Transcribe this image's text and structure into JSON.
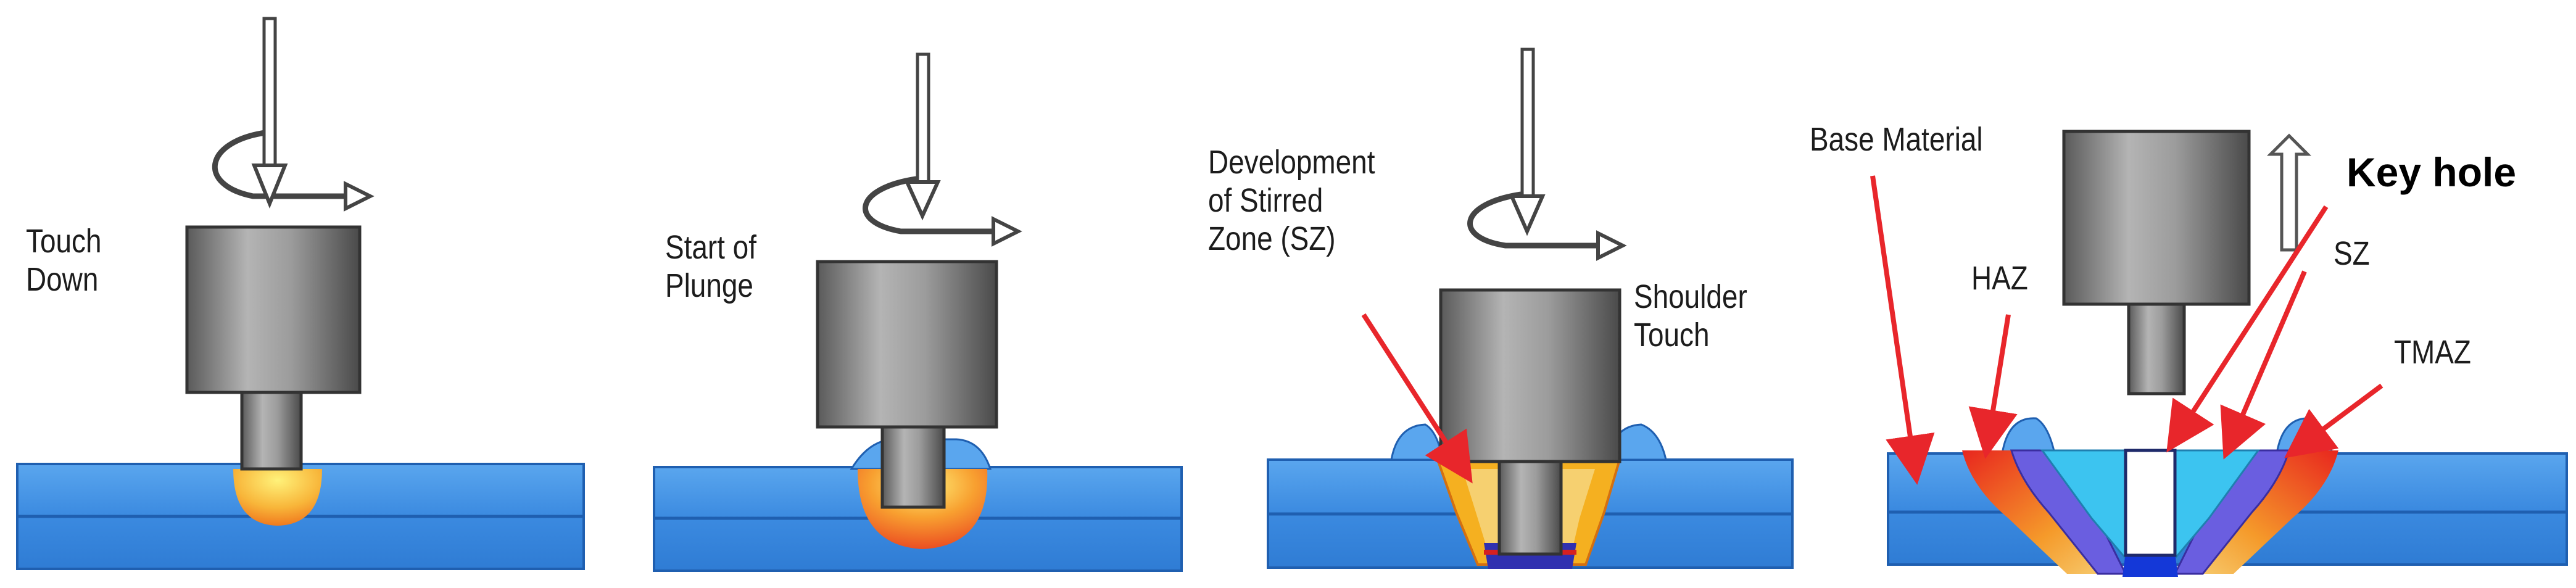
{
  "stages": [
    {
      "name": "touch-down",
      "label": "Touch\nDown"
    },
    {
      "name": "start-of-plunge",
      "label": "Start of\nPlunge"
    },
    {
      "name": "shoulder-touch",
      "label": "Shoulder\nTouch",
      "callout": "Development\nof Stirred\nZone (SZ)"
    },
    {
      "name": "withdrawal",
      "labels": {
        "base_material": "Base Material",
        "haz": "HAZ",
        "key_hole": "Key hole",
        "sz": "SZ",
        "tmaz": "TMAZ"
      }
    }
  ],
  "colors": {
    "plate": "#3f8fe0",
    "plate_dark": "#1f5fb0",
    "tool": "#8a8a8a",
    "arrow": "#e8262b",
    "heat": "#f5a623",
    "stir_zone": "#37c2ef",
    "tmaz": "#5a4fd4",
    "haz": "#f06a1e"
  }
}
